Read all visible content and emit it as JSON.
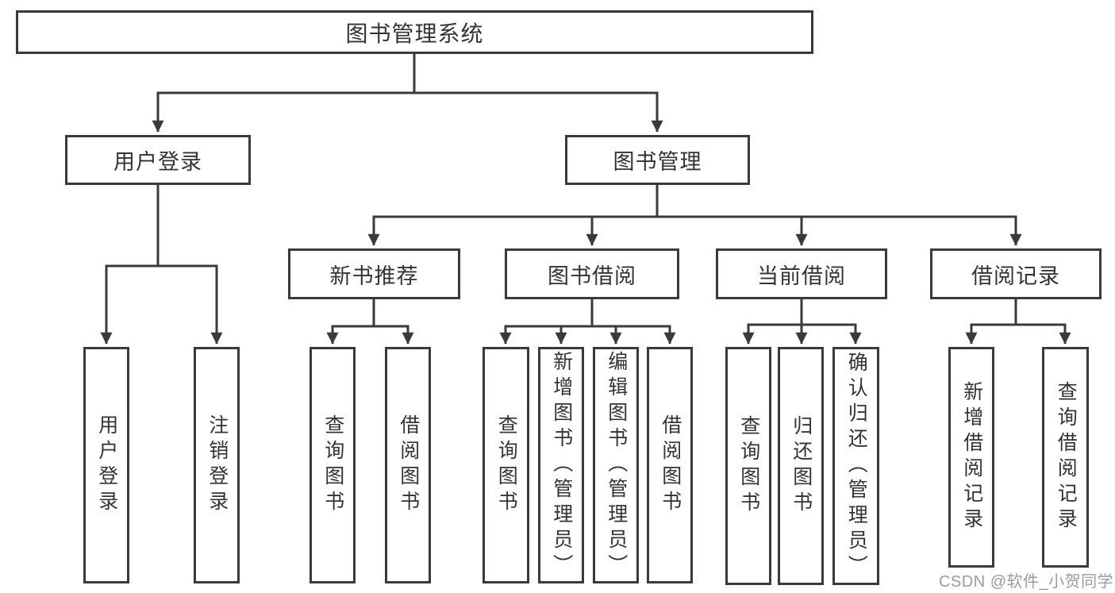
{
  "diagram": {
    "root": {
      "label": "图书管理系统",
      "children": [
        {
          "label": "用户登录",
          "children": [
            {
              "label": "用户登录"
            },
            {
              "label": "注销登录"
            }
          ]
        },
        {
          "label": "图书管理",
          "children": [
            {
              "label": "新书推荐",
              "children": [
                {
                  "label": "查询图书"
                },
                {
                  "label": "借阅图书"
                }
              ]
            },
            {
              "label": "图书借阅",
              "children": [
                {
                  "label": "查询图书"
                },
                {
                  "label": "新增图书（管理员）"
                },
                {
                  "label": "编辑图书（管理员）"
                },
                {
                  "label": "借阅图书"
                }
              ]
            },
            {
              "label": "当前借阅",
              "children": [
                {
                  "label": "查询图书"
                },
                {
                  "label": "归还图书"
                },
                {
                  "label": "确认归还（管理员）"
                }
              ]
            },
            {
              "label": "借阅记录",
              "children": [
                {
                  "label": "新增借阅记录"
                },
                {
                  "label": "查询借阅记录"
                }
              ]
            }
          ]
        }
      ]
    }
  },
  "watermark": {
    "text": "CSDN @软件_小贺同学"
  },
  "colors": {
    "line": "#3a3a3a",
    "text": "#333333",
    "watermark": "#9b9b9b",
    "background": "#ffffff"
  }
}
